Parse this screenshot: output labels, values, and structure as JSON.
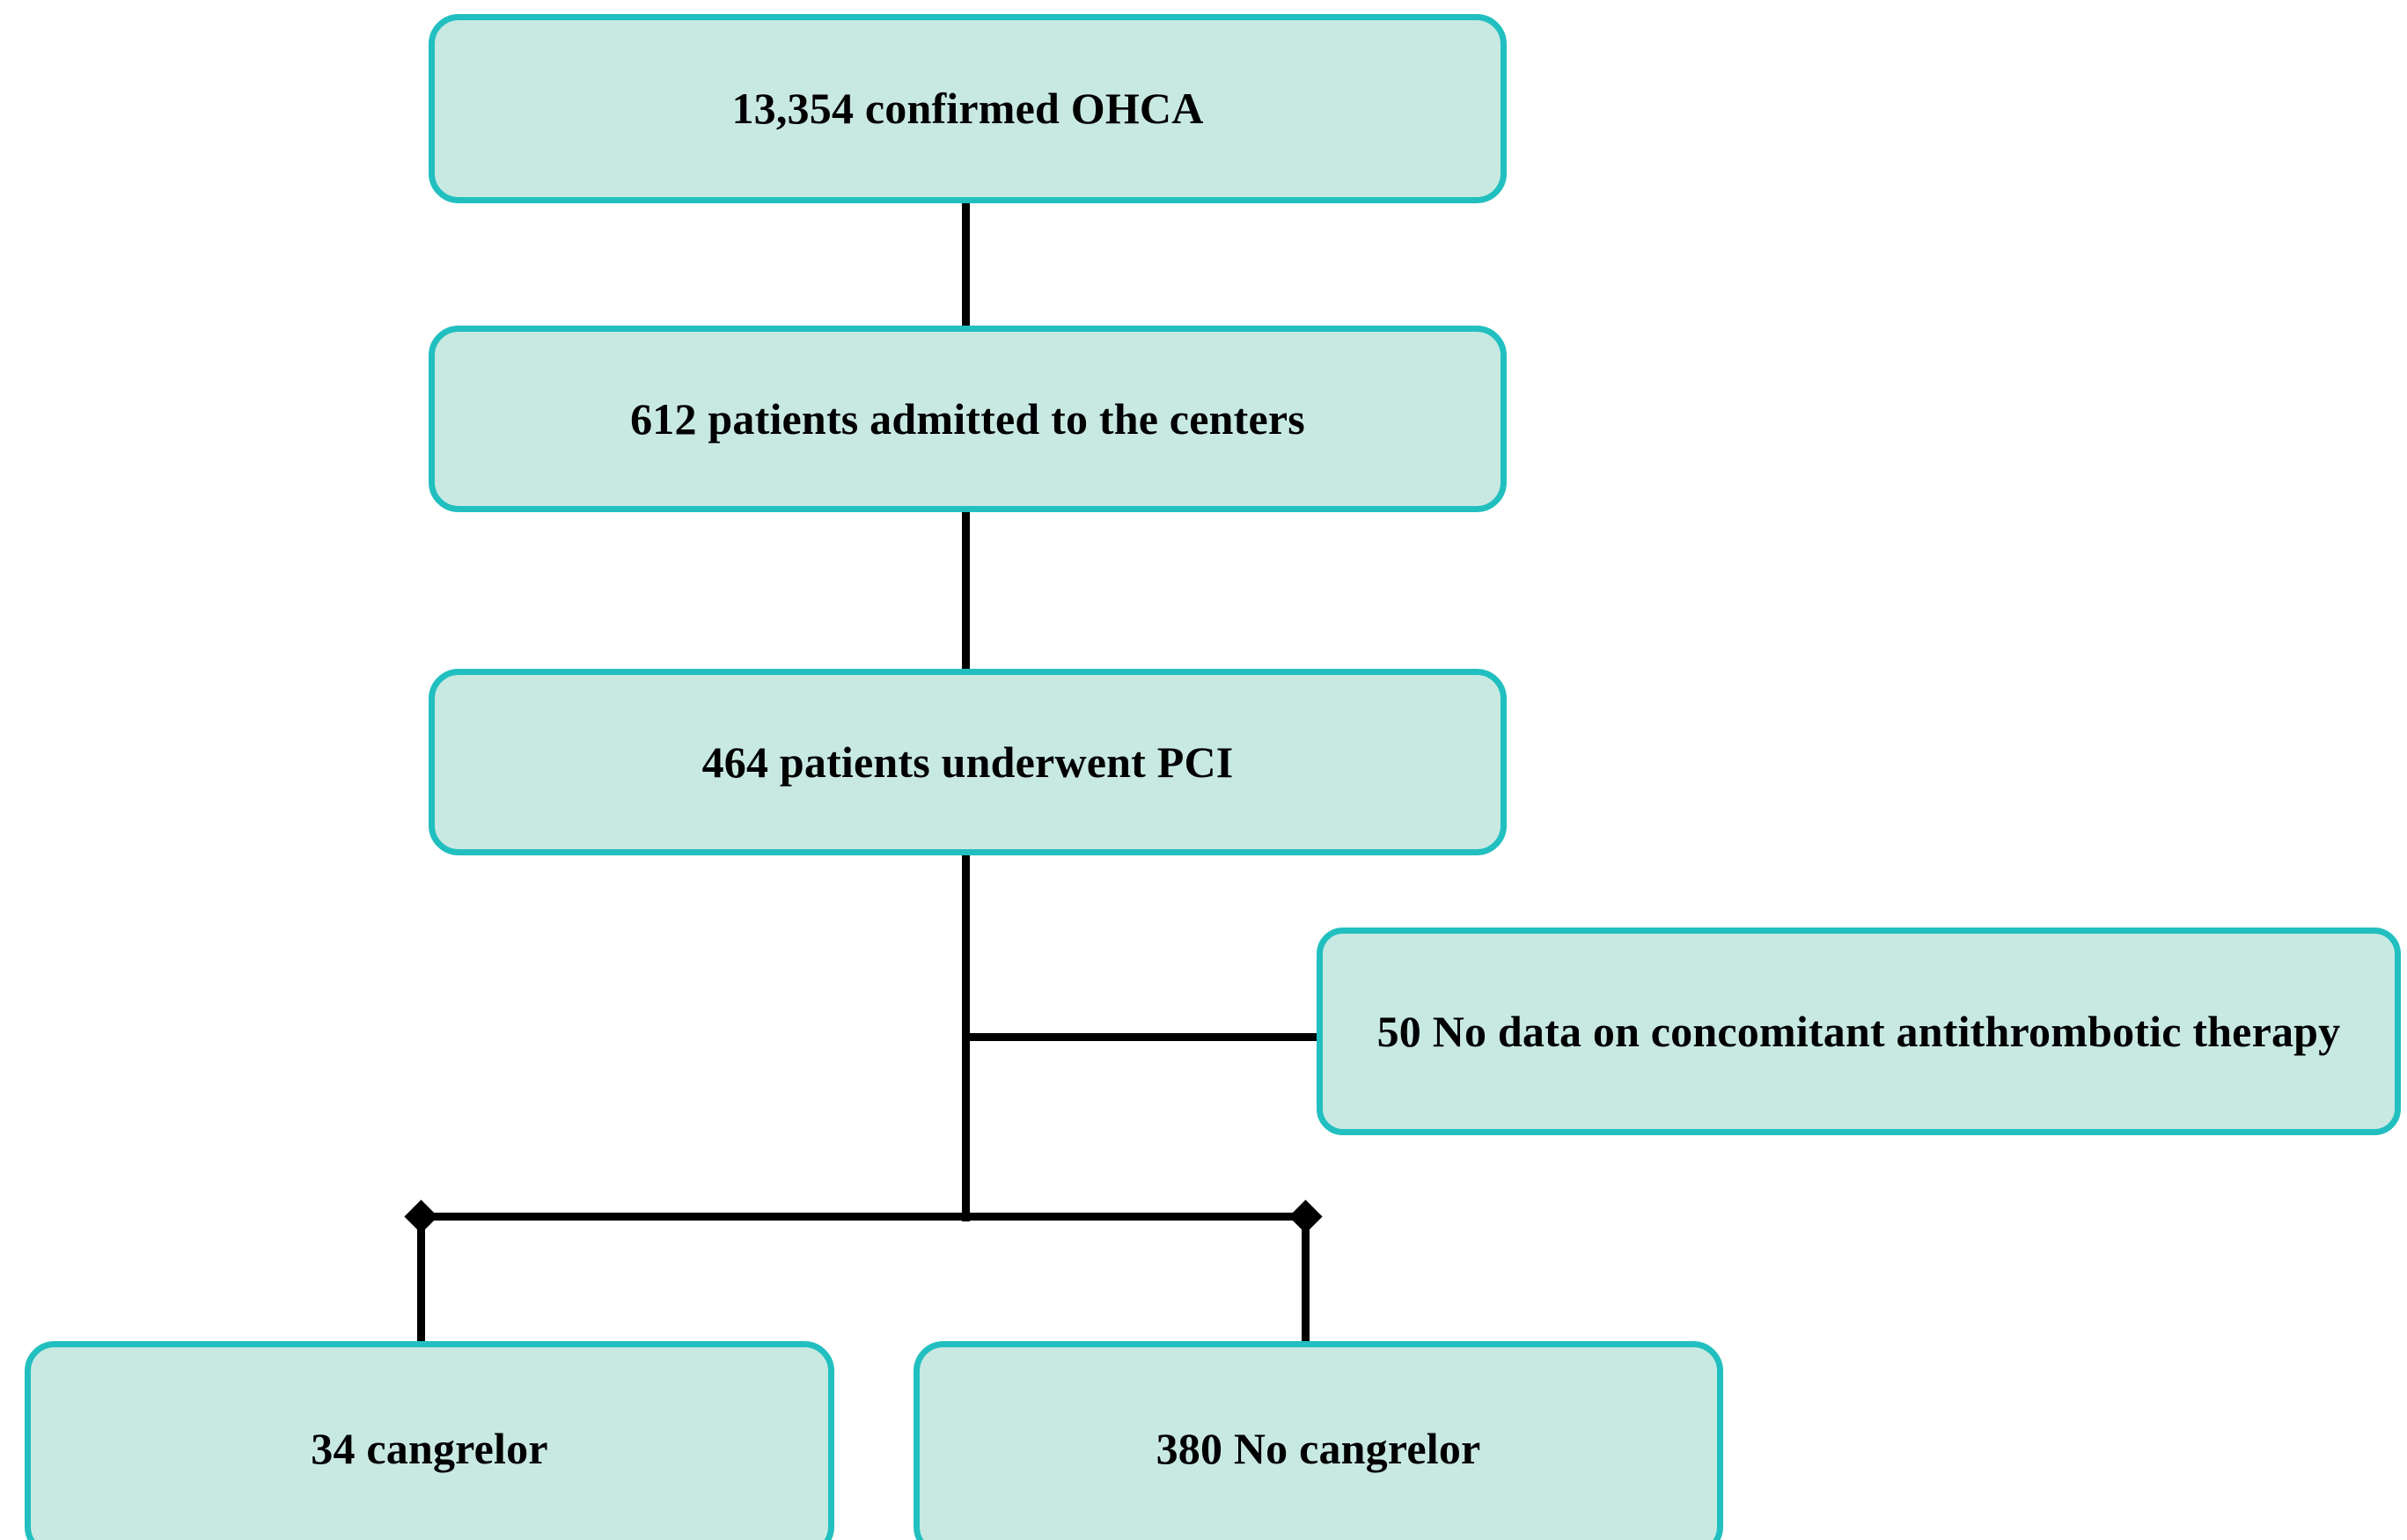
{
  "diagram": {
    "type": "patient-flow-consort-diagram",
    "title": "OHCA patients undergoing PCI — cangrelor use flow",
    "colors": {
      "node_fill": "#c8e9e2",
      "node_border": "#22bfc0",
      "connector": "#000000",
      "text": "#000000",
      "background": "#ffffff"
    },
    "nodes": [
      {
        "id": "ohca",
        "label": "13,354 confirmed OHCA",
        "count": 13354,
        "level": 1
      },
      {
        "id": "admitted",
        "label": "612 patients admitted to the centers",
        "count": 612,
        "level": 2
      },
      {
        "id": "pci",
        "label": "464 patients underwent PCI",
        "count": 464,
        "level": 3
      },
      {
        "id": "nodata",
        "label": "50 No data on concomitant antithrombotic therapy",
        "count": 50,
        "level": 4,
        "role": "exclusion"
      },
      {
        "id": "cangrelor",
        "label": "34 cangrelor",
        "count": 34,
        "level": 5
      },
      {
        "id": "nocangrelor",
        "label": "380 No cangrelor",
        "count": 380,
        "level": 5
      }
    ],
    "edges": [
      {
        "id": "e1",
        "from": "ohca",
        "to": "admitted",
        "style": "vertical-line"
      },
      {
        "id": "e2",
        "from": "admitted",
        "to": "pci",
        "style": "vertical-line"
      },
      {
        "id": "e3",
        "from": "pci",
        "to": "nodata",
        "style": "horizontal-branch"
      },
      {
        "id": "e4",
        "from": "pci",
        "to": "cangrelor",
        "style": "split-bar-diamond"
      },
      {
        "id": "e5",
        "from": "pci",
        "to": "nocangrelor",
        "style": "split-bar-diamond"
      }
    ],
    "markers": {
      "left_split": "diamond-marker",
      "right_split": "diamond-marker"
    }
  }
}
